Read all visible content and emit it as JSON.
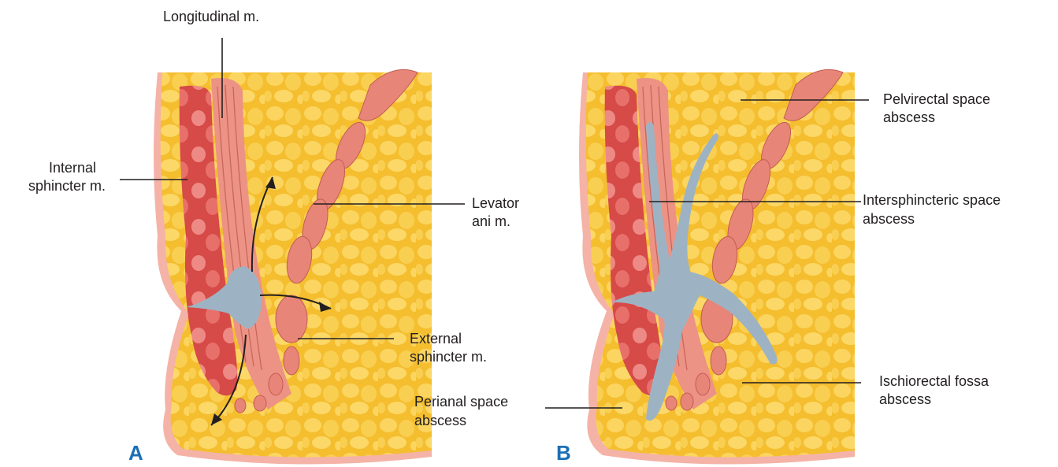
{
  "colors": {
    "fat": "#f6c53c",
    "fat_light": "#fbd96a",
    "skin": "#f4b3a6",
    "muscle": "#e27d6f",
    "internal_sphincter": "#d9524f",
    "abscess": "#9db3c4",
    "panel_letter": "#1b6fb5"
  },
  "panel_a": {
    "letter": "A",
    "labels": {
      "longitudinal": "Longitudinal m.",
      "internal_1": "Internal",
      "internal_2": "sphincter m.",
      "levator_1": "Levator",
      "levator_2": "ani m.",
      "external_1": "External",
      "external_2": "sphincter m."
    }
  },
  "panel_b": {
    "letter": "B",
    "labels": {
      "pelvirectal_1": "Pelvirectal space",
      "pelvirectal_2": "abscess",
      "intersphincteric_1": "Intersphincteric space",
      "intersphincteric_2": "abscess",
      "ischiorectal_1": "Ischiorectal fossa",
      "ischiorectal_2": "abscess",
      "perianal_1": "Perianal space",
      "perianal_2": "abscess"
    }
  }
}
